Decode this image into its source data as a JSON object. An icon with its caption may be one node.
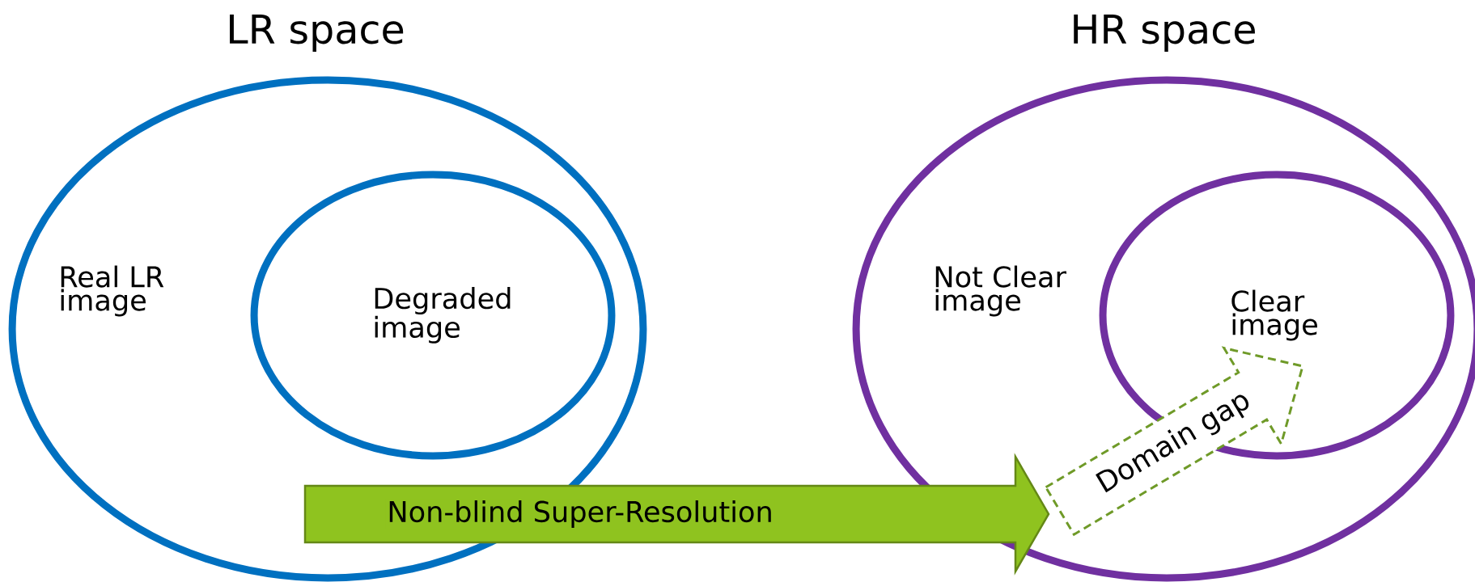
{
  "diagram": {
    "nodes": [
      {
        "text": [
          "LR space",
          "Real LR image"
        ]
      },
      {
        "text": [
          "Degraded image"
        ],
        "in": 0
      },
      {
        "text": [
          "HR space",
          "Not Clear image"
        ]
      },
      {
        "text": [
          "Clear image"
        ],
        "in": 2
      }
    ],
    "edges": [
      {
        "from": 0,
        "to": 2,
        "arrow": "to",
        "label": "Non-blind Super-Resolution",
        "color": "#8fc31f"
      },
      {
        "from": 2,
        "to": 3,
        "arrow": "to",
        "label": "Domain gap",
        "style": "dashed",
        "color": "#6f9a28"
      }
    ]
  }
}
